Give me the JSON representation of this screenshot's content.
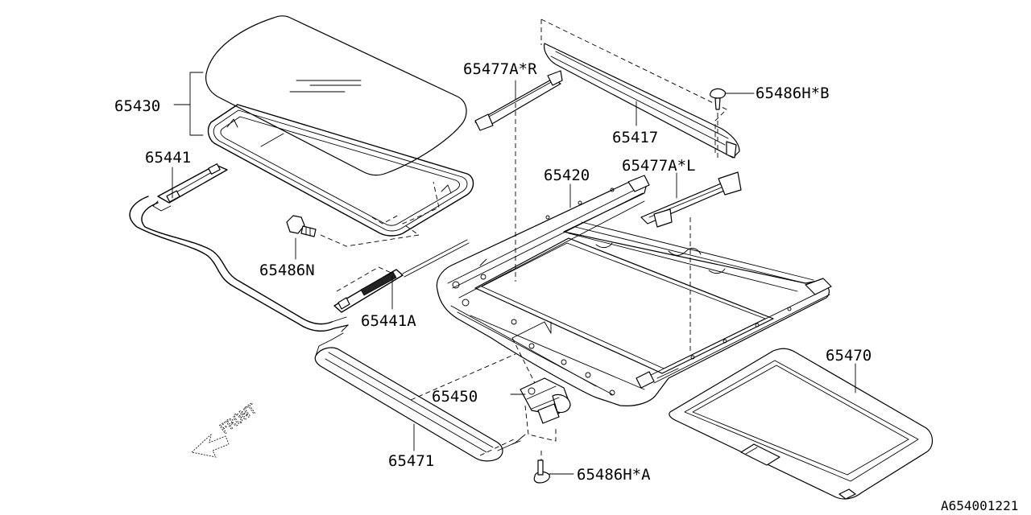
{
  "diagram": {
    "labels": {
      "p65430": "65430",
      "p65441": "65441",
      "p65486N": "65486N",
      "p65441A": "65441A",
      "p65477AR": "65477A*R",
      "p65417": "65417",
      "p65486HB": "65486H*B",
      "p65420": "65420",
      "p65477AL": "65477A*L",
      "p65450": "65450",
      "p65470": "65470",
      "p65471": "65471",
      "p65486HA": "65486H*A"
    },
    "front_text": "FRONT",
    "diagram_code": "A654001221"
  }
}
